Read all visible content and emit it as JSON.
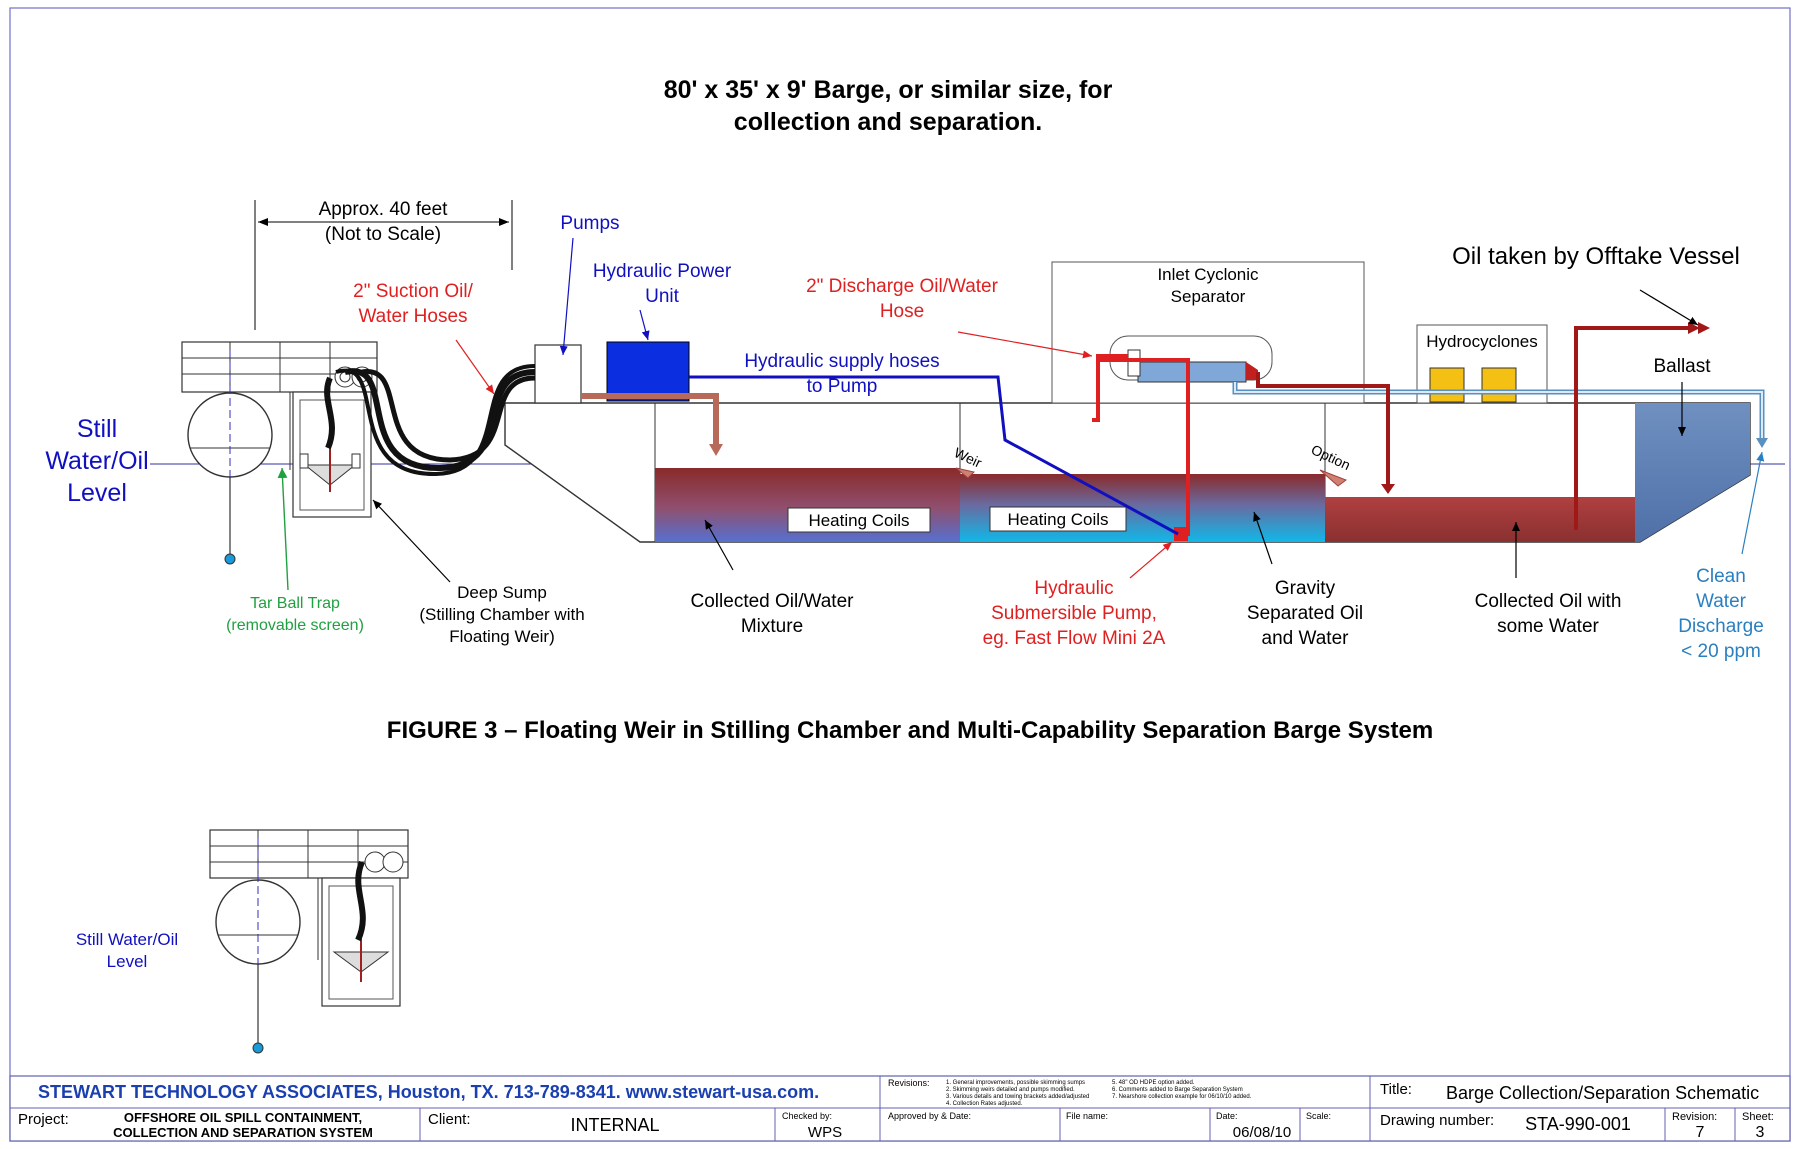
{
  "title": {
    "line1": "80' x 35' x 9' Barge, or similar size, for",
    "line2": "collection and separation."
  },
  "figure_caption": "FIGURE 3 – Floating Weir in Stilling Chamber and Multi-Capability Separation Barge System",
  "labels": {
    "approx_l1": "Approx. 40 feet",
    "approx_l2": "(Not to Scale)",
    "pumps": "Pumps",
    "hpu_l1": "Hydraulic Power",
    "hpu_l2": "Unit",
    "suction_l1": "2\" Suction Oil/",
    "suction_l2": "Water Hoses",
    "discharge_l1": "2\" Discharge Oil/Water",
    "discharge_l2": "Hose",
    "hyd_supply_l1": "Hydraulic supply hoses",
    "hyd_supply_l2": "to Pump",
    "inlet_l1": "Inlet Cyclonic",
    "inlet_l2": "Separator",
    "hydrocyclones": "Hydrocyclones",
    "offtake": "Oil taken by Offtake Vessel",
    "ballast": "Ballast",
    "still_l1": "Still",
    "still_l2": "Water/Oil",
    "still_l3": "Level",
    "weir": "Weir",
    "option": "Option",
    "heating1": "Heating Coils",
    "heating2": "Heating Coils",
    "tar_l1": "Tar Ball Trap",
    "tar_l2": "(removable screen)",
    "sump_l1": "Deep Sump",
    "sump_l2": "(Stilling Chamber with",
    "sump_l3": "Floating Weir)",
    "mix_l1": "Collected Oil/Water",
    "mix_l2": "Mixture",
    "sub_l1": "Hydraulic",
    "sub_l2": "Submersible Pump,",
    "sub_l3": "eg. Fast Flow Mini 2A",
    "grav_l1": "Gravity",
    "grav_l2": "Separated Oil",
    "grav_l3": "and Water",
    "coll_l1": "Collected Oil with",
    "coll_l2": "some Water",
    "clean_l1": "Clean",
    "clean_l2": "Water",
    "clean_l3": "Discharge",
    "clean_l4": "< 20 ppm",
    "still2_l1": "Still Water/Oil",
    "still2_l2": "Level"
  },
  "title_block": {
    "company": "STEWART TECHNOLOGY ASSOCIATES, Houston, TX.  713-789-8341.  www.stewart-usa.com.",
    "revisions_label": "Revisions:",
    "rev1": "1. General improvements, possible skimming sumps",
    "rev2": "2. Skimming weirs detailed and pumps modified.",
    "rev3": "3. Various details and towing brackets added/adjusted",
    "rev4": "4. Collection Rates adjusted.",
    "rev5": "5. 48\" OD HDPE option added.",
    "rev6": "6. Comments added to Barge Separation System",
    "rev7": "7. Nearshore collection example for 06/10/10 added.",
    "title_label": "Title:",
    "title_value": "Barge Collection/Separation Schematic",
    "project_label": "Project:",
    "project_l1": "OFFSHORE OIL SPILL CONTAINMENT,",
    "project_l2": "COLLECTION AND SEPARATION SYSTEM",
    "client_label": "Client:",
    "client_value": "INTERNAL",
    "checked_label": "Checked by:",
    "checked_value": "WPS",
    "approved_label": "Approved by & Date:",
    "file_label": "File name:",
    "date_label": "Date:",
    "date_value": "06/08/10",
    "scale_label": "Scale:",
    "drawing_label": "Drawing number:",
    "drawing_value": "STA-990-001",
    "revision_label": "Revision:",
    "revision_value": "7",
    "sheet_label": "Sheet:",
    "sheet_value": "3"
  },
  "colors": {
    "red": "#e02020",
    "blue": "#1010c0",
    "darkred": "#a01818",
    "green": "#20a040",
    "lightblue": "#2a7fc0",
    "pump_blue": "#0a2ee0",
    "yellow": "#f5c014"
  }
}
